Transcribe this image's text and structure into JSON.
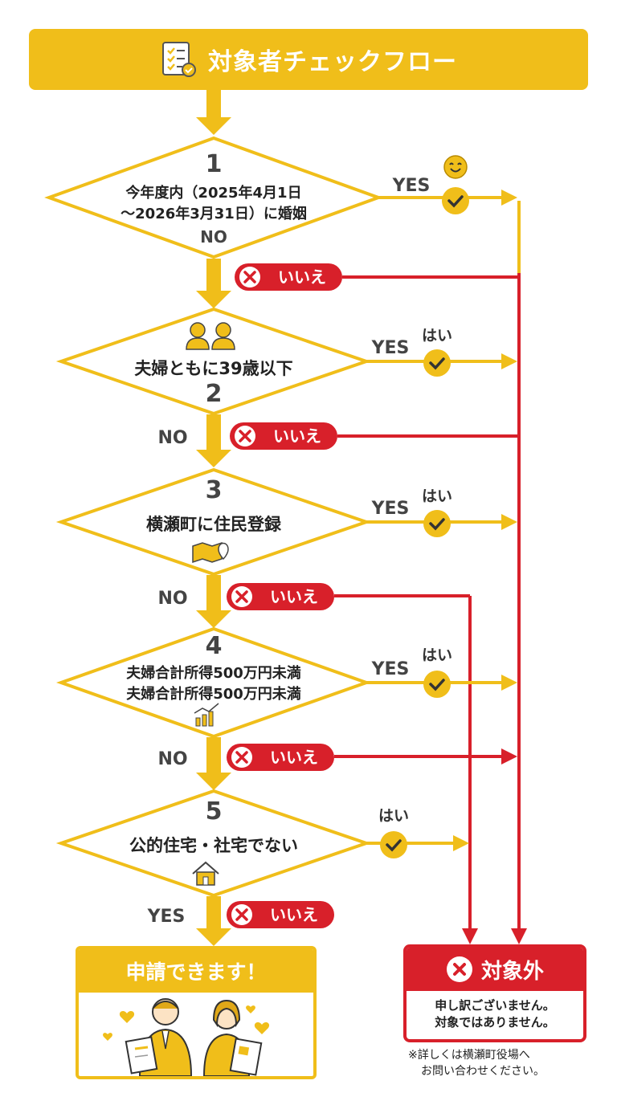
{
  "header": {
    "title": "対象者チェックフロー"
  },
  "steps": [
    {
      "number": "1",
      "lines": [
        "今年度内（2025年4月1日",
        "～2026年3月31日）に婚姻"
      ],
      "yes": "YES",
      "hai": "",
      "no": "NO",
      "iie": "いいえ",
      "icon": "smile-icon"
    },
    {
      "number": "2",
      "lines": [
        "夫婦ともに39歳以下"
      ],
      "yes": "YES",
      "hai": "はい",
      "no": "NO",
      "iie": "いいえ",
      "icon": "couple-icon"
    },
    {
      "number": "3",
      "lines": [
        "横瀬町に住民登録"
      ],
      "yes": "YES",
      "hai": "はい",
      "no": "NO",
      "iie": "いいえ",
      "icon": "map-icon"
    },
    {
      "number": "4",
      "lines": [
        "夫婦合計所得500万円未満",
        "夫婦合計所得500万円未満"
      ],
      "yes": "YES",
      "hai": "はい",
      "no": "NO",
      "iie": "いいえ",
      "icon": "chart-icon"
    },
    {
      "number": "5",
      "lines": [
        "公的住宅・社宅でない"
      ],
      "yes": "",
      "hai": "はい",
      "no": "YES",
      "iie": "いいえ",
      "icon": "house-icon"
    }
  ],
  "result_ok": {
    "title": "申請できます！"
  },
  "result_ng": {
    "title": "対象外",
    "lines": [
      "申し訳ございません。",
      "対象ではありません。"
    ]
  },
  "note": {
    "lines": [
      "※詳しくは横瀬町役場へ",
      "お問い合わせください。"
    ]
  },
  "colors": {
    "yellow": "#F0BE1A",
    "red": "#D8202A",
    "dark": "#333333"
  }
}
